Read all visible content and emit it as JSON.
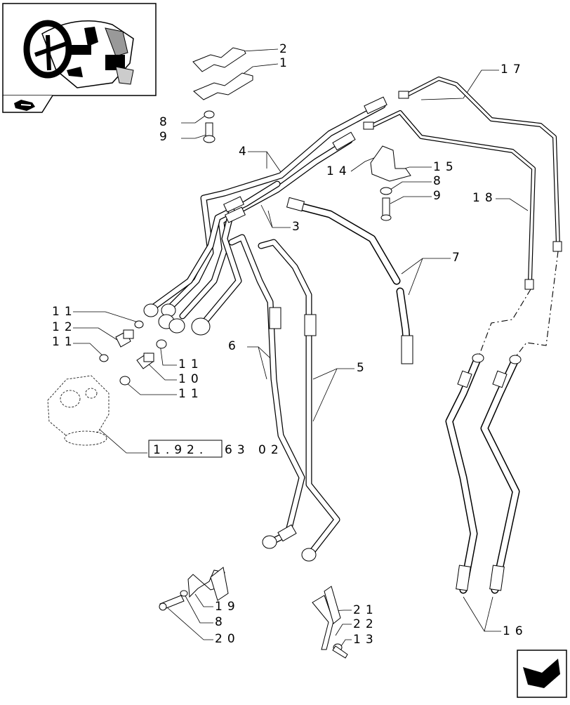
{
  "diagram": {
    "callouts": {
      "c1": "1",
      "c2": "2",
      "c3": "3",
      "c4": "4",
      "c5": "5",
      "c6": "6",
      "c7": "7",
      "c8a": "8",
      "c8b": "8",
      "c8c": "8",
      "c9a": "9",
      "c9b": "9",
      "c10": "10",
      "c11a": "11",
      "c11b": "11",
      "c11c": "11",
      "c11d": "11",
      "c12": "12",
      "c13": "13",
      "c14": "14",
      "c15": "15",
      "c16": "16",
      "c17": "17",
      "c18": "18",
      "c19": "19",
      "c20": "20",
      "c21": "21",
      "c22": "22"
    },
    "reference": {
      "boxed": "1.92.",
      "suffix": "63 02"
    }
  },
  "colors": {
    "line": "#000000",
    "background": "#ffffff"
  },
  "icons": {
    "thumbnail": "tractor-cab-steering-icon",
    "nav_left": "book-arrow-icon",
    "nav_next": "next-page-arrow-icon"
  }
}
